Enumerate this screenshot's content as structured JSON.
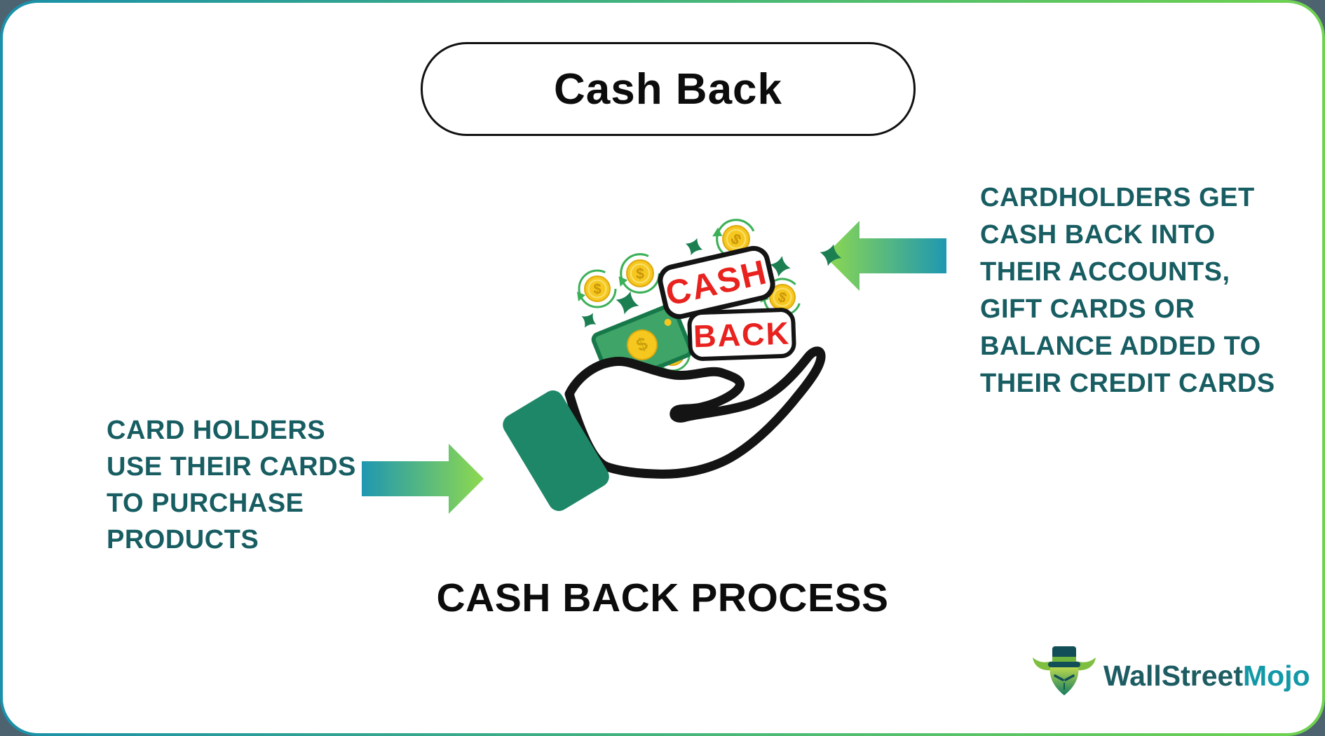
{
  "title_pill": {
    "label": "Cash Back"
  },
  "left_note": {
    "lines": [
      "CARD HOLDERS",
      "USE THEIR CARDS",
      "TO PURCHASE",
      "PRODUCTS"
    ]
  },
  "right_note": {
    "lines": [
      "CARDHOLDERS GET",
      "CASH BACK INTO",
      "THEIR ACCOUNTS,",
      "GIFT CARDS OR",
      "BALANCE ADDED TO",
      "THEIR CREDIT CARDS"
    ]
  },
  "caption": {
    "label": "CASH BACK PROCESS"
  },
  "illustration": {
    "stamp_top": "CASH",
    "stamp_bottom": "BACK",
    "coin_symbol": "$"
  },
  "logo": {
    "part1": "WallStreet",
    "part2": "Mojo"
  },
  "colors": {
    "outside_background": "#4d6370",
    "border_gradient_start": "#1a90aa",
    "border_gradient_end": "#6fd24f",
    "note_text": "#175d62",
    "stamp_red": "#e8221e",
    "arrow_teal": "#1f97b1",
    "arrow_green": "#8ed94f",
    "cuff_green": "#1e8767",
    "money_green": "#3fa468",
    "coin_gold": "#f6c81f",
    "ring_green": "#3cb058",
    "sparkle_green": "#1b7f52",
    "logo_dark_teal": "#1d5c62",
    "logo_cyan": "#1398a8"
  }
}
